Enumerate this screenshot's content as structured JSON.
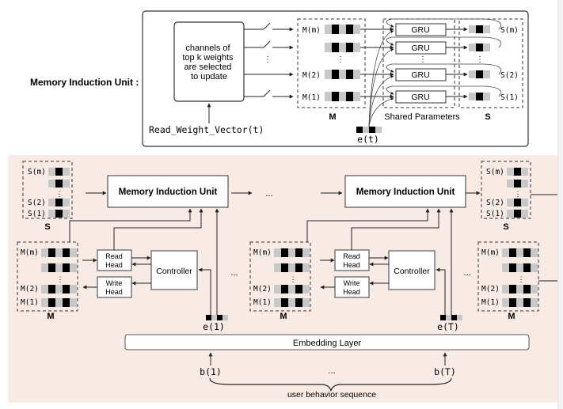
{
  "top_panel": {
    "label": "Memory Induction Unit :",
    "selector_text": [
      "channels of",
      "top k weights",
      "are selected",
      "to update"
    ],
    "read_weight_label": "Read_Weight_Vector(t)",
    "memory_group_label": "M",
    "memory_rows": [
      "M(m)",
      "",
      "M(2)",
      "M(1)"
    ],
    "gru_label": "GRU",
    "shared_label": "Shared Parameters",
    "state_group_label": "S",
    "state_rows": [
      "S(m)",
      "",
      "S(2)",
      "S(1)"
    ],
    "input_label": "e(t)",
    "vdots": "⋮"
  },
  "bottom_panel": {
    "colors": {
      "background": "#f8ebe6",
      "cell_dark": "#000000",
      "cell_light": "#c8c8c8",
      "box_border": "#333333"
    },
    "state_rows": [
      "S(m)",
      "",
      "S(2)",
      "S(1)"
    ],
    "memory_rows": [
      "M(m)",
      "",
      "M(2)",
      "M(1)"
    ],
    "state_group_label": "S",
    "memory_group_label": "M",
    "miu_label": "Memory Induction Unit",
    "read_head_label": [
      "Read",
      "Head"
    ],
    "write_head_label": [
      "Write",
      "Head"
    ],
    "controller_label": "Controller",
    "ellipsis": "...",
    "embedding_label": "Embedding Layer",
    "inputs": [
      "e(1)",
      "e(T)"
    ],
    "behaviors": [
      "b(1)",
      "b(T)"
    ],
    "sequence_label": "user behavior sequence"
  }
}
